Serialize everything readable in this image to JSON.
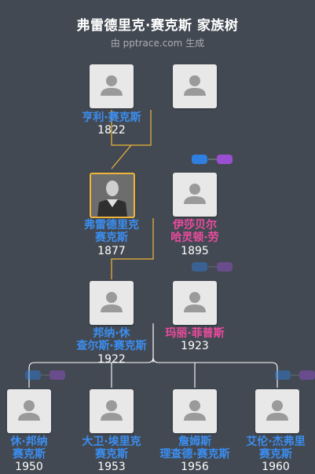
{
  "header": {
    "title": "弗雷德里克·赛克斯 家族树",
    "subtitle": "由 pptrace.com 生成"
  },
  "colors": {
    "background": "#434952",
    "male": "#3b8ef0",
    "female": "#ee4aa0",
    "focus_border": "#f0b53a",
    "toggle_blue": "#2f7fe0",
    "toggle_purple": "#9a4fd3"
  },
  "people": {
    "henry": {
      "name1": "亨利·赛克斯",
      "name2": "",
      "year": "1822",
      "gender": "male"
    },
    "henry_spouse": {
      "name1": "",
      "name2": "",
      "year": "",
      "gender": "unknown"
    },
    "frederick": {
      "name1": "弗雷德里克",
      "name2": "赛克斯",
      "year": "1877",
      "gender": "male"
    },
    "isabel": {
      "name1": "伊莎贝尔",
      "name2": "哈灵顿·劳",
      "year": "1895",
      "gender": "female"
    },
    "bonner": {
      "name1": "邦纳·休",
      "name2": "查尔斯·赛克斯",
      "year": "1922",
      "gender": "male"
    },
    "mary": {
      "name1": "玛丽·菲普斯",
      "name2": "",
      "year": "1923",
      "gender": "female"
    },
    "hugh": {
      "name1": "休·邦纳",
      "name2": "赛克斯",
      "year": "1950",
      "gender": "male"
    },
    "david": {
      "name1": "大卫·埃里克",
      "name2": "赛克斯",
      "year": "1953",
      "gender": "male"
    },
    "james": {
      "name1": "詹姆斯",
      "name2": "理查德·赛克斯",
      "year": "1956",
      "gender": "male"
    },
    "alan": {
      "name1": "艾伦·杰弗里",
      "name2": "赛克斯",
      "year": "1960",
      "gender": "male"
    }
  }
}
